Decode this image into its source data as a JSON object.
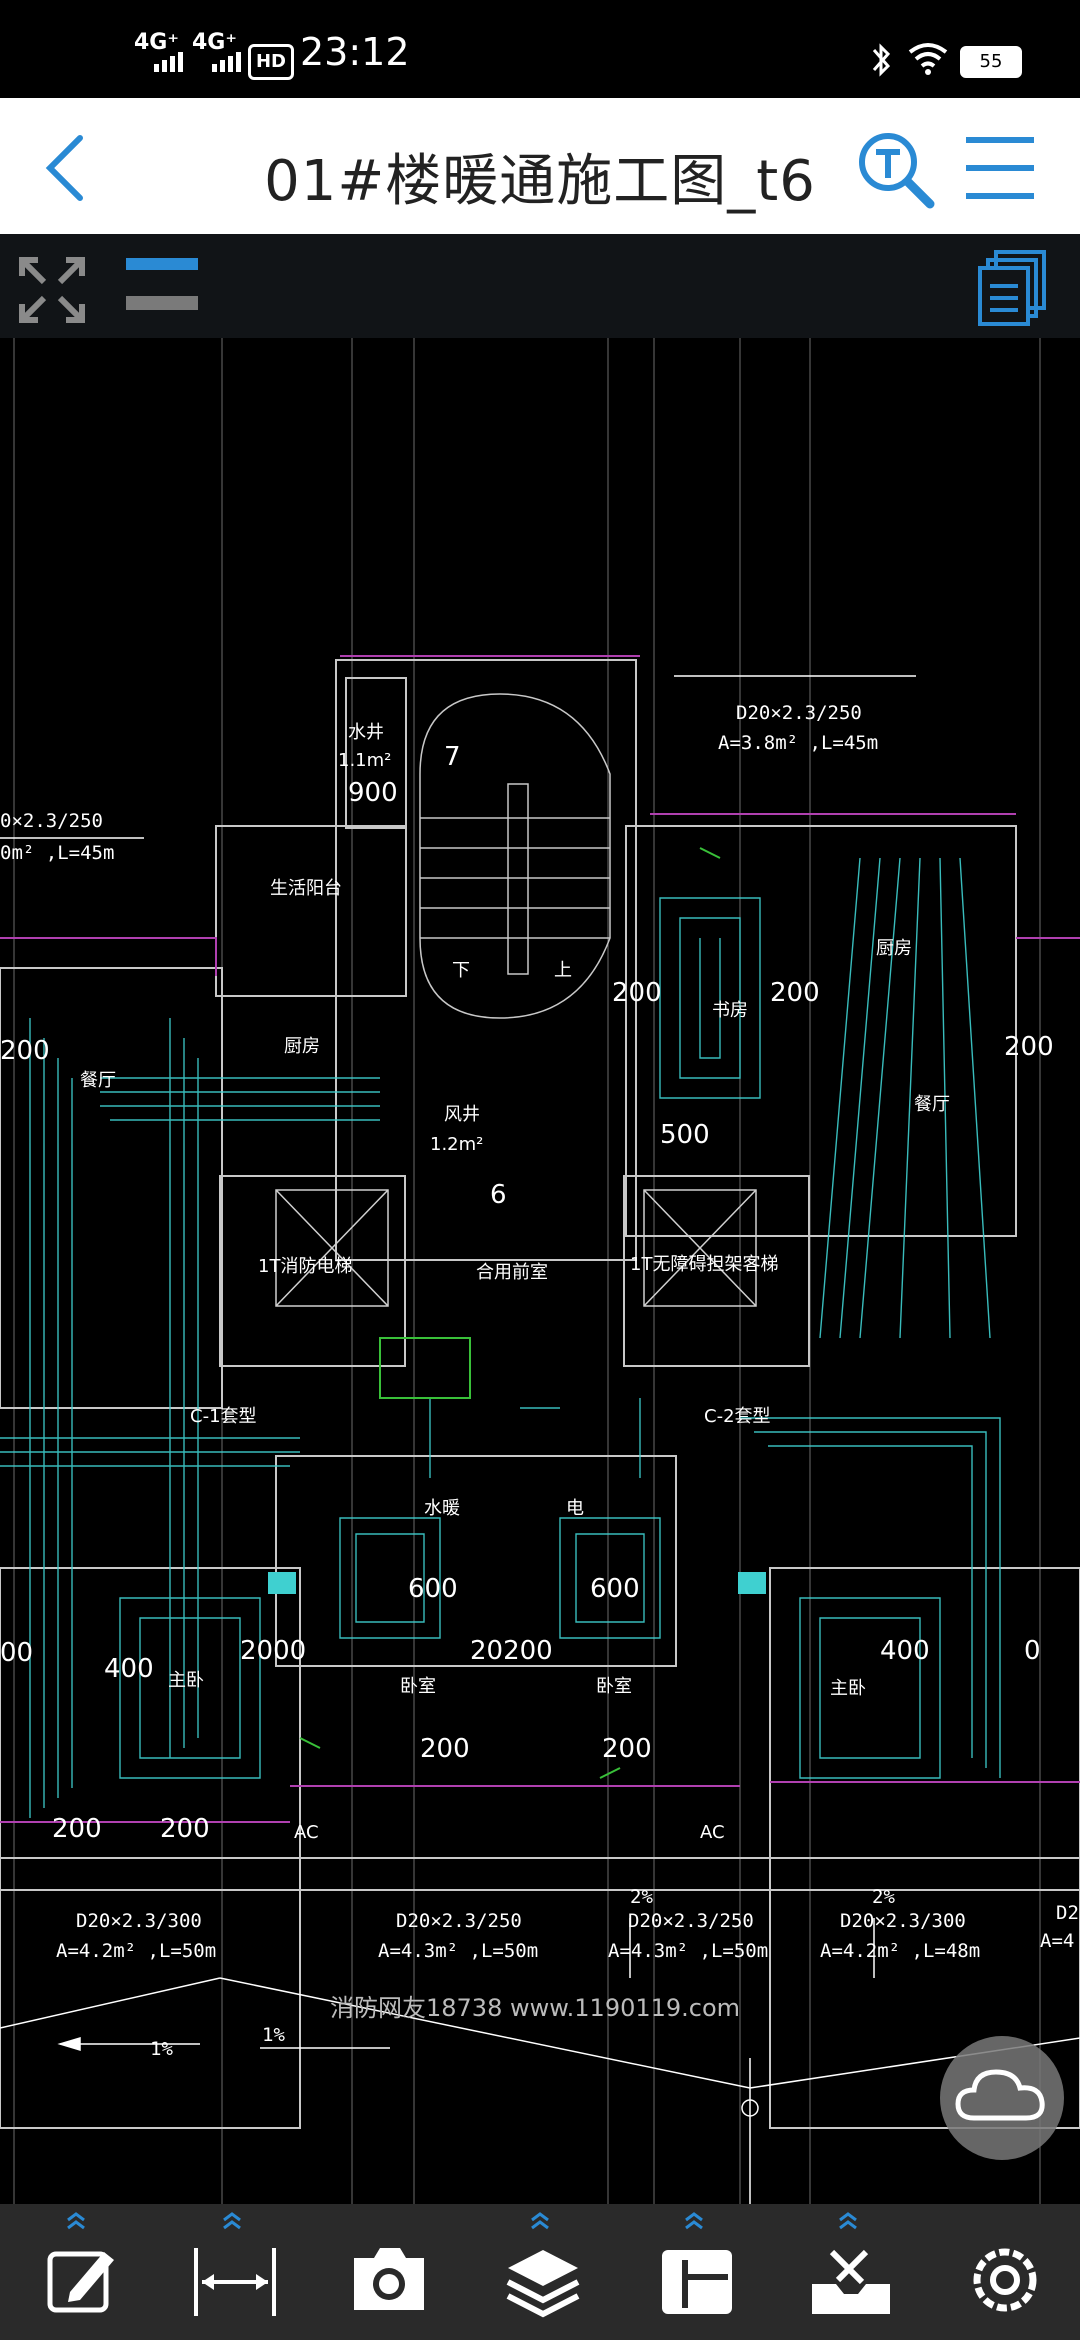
{
  "status_bar": {
    "network_1": "4G⁺",
    "network_2": "4G⁺",
    "hd_badge": "HD",
    "time": "23:12",
    "battery": "55"
  },
  "header": {
    "title": "01#楼暖通施工图_t6"
  },
  "drawing": {
    "room_labels": {
      "shaft_1": "水井",
      "shaft_1_area": "1.1m²",
      "life_balcony": "生活阳台",
      "kitchen_left": "厨房",
      "dining_left": "餐厅",
      "wind_shaft": "风井",
      "wind_shaft_area": "1.2m²",
      "down": "下",
      "up": "上",
      "fire_elevator": "1T消防电梯",
      "front_hall": "合用前室",
      "barrier_free_elevator": "1T无障碍担架客梯",
      "study": "书房",
      "kitchen_right": "厨房",
      "dining_right": "餐厅",
      "type_c1": "C-1套型",
      "type_c2": "C-2套型",
      "water_room": "水暖",
      "electric": "电",
      "bedroom_left": "卧室",
      "bedroom_right": "卧室",
      "ac_left": "AC",
      "ac_right": "AC",
      "master_left": "主卧",
      "master_right": "主卧"
    },
    "numbers": {
      "n900": "900",
      "n7": "7",
      "n6": "6",
      "n200a": "200",
      "n200b": "200",
      "n200c": "200",
      "n200d": "200",
      "n500": "500",
      "n400": "400",
      "n2000": "2000",
      "n20200": "20200",
      "n600a": "600",
      "n600b": "600",
      "n200e": "200",
      "n200f": "200",
      "n200g": "200",
      "n200h": "200",
      "n00": "00",
      "n400b": "400",
      "n0": "0"
    },
    "specs": {
      "top_right_pipe": "D20×2.3/250",
      "top_right_area": "A=3.8m² ,L=45m",
      "left_pipe": "0×2.3/250",
      "left_area": "0m² ,L=45m",
      "b1_pipe": "D20×2.3/300",
      "b1_area": "A=4.2m² ,L=50m",
      "b2_pipe": "D20×2.3/250",
      "b2_area": "A=4.3m² ,L=50m",
      "b3_slope": "2%",
      "b3_pipe": "D20×2.3/250",
      "b3_area": "A=4.3m² ,L=50m",
      "b4_slope": "2%",
      "b4_pipe": "D20×2.3/300",
      "b4_area": "A=4.2m² ,L=48m",
      "b5_pipe": "D2",
      "b5_area": "A=4",
      "slope_left": "1%",
      "slope_mid": "1%"
    },
    "watermark": "消防网友18738  www.1190119.com"
  },
  "icons": {
    "back": "back-chevron-icon",
    "search_text": "text-search-icon",
    "menu": "hamburger-menu-icon",
    "fullscreen": "expand-icon",
    "layers_toggle": "layer-line-icon",
    "layouts": "layouts-stack-icon",
    "cloud": "cloud-icon",
    "annotate": "annotate-icon",
    "measure": "measure-icon",
    "camera": "camera-icon",
    "layers": "layers-icon",
    "layout": "layout-icon",
    "tools": "tools-icon",
    "settings": "settings-icon"
  },
  "colors": {
    "accent": "#2a8ad4",
    "cad_cyan": "#3fd0d0",
    "cad_magenta": "#b040b0",
    "cad_green": "#39c039",
    "toolbar_bg": "#2a2a2a"
  }
}
